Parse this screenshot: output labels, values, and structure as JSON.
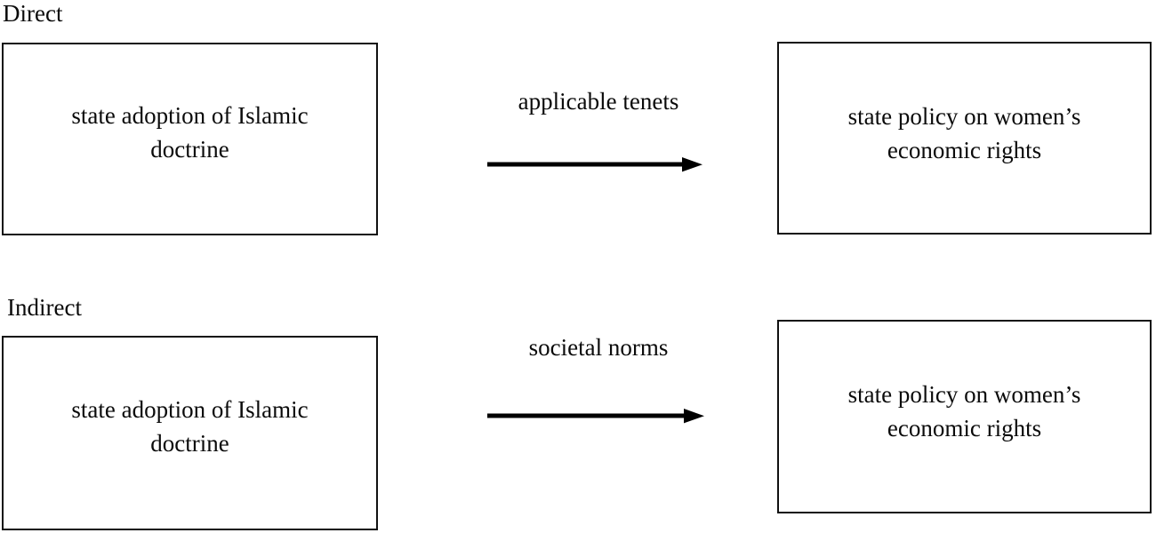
{
  "figure": {
    "background_color": "#ffffff",
    "stroke_color": "#111111",
    "text_color": "#0b0b0b"
  },
  "sections": [
    {
      "key": "direct",
      "label": "Direct",
      "cause": "state adoption of Islamic doctrine",
      "edge_label": "applicable tenets",
      "effect": "state policy on women’s economic rights",
      "arrow": "right-arrow-icon"
    },
    {
      "key": "indirect",
      "label": "Indirect",
      "cause": "state adoption of Islamic doctrine",
      "edge_label": "societal norms",
      "effect": "state policy on women’s economic rights",
      "arrow": "right-arrow-icon"
    }
  ]
}
